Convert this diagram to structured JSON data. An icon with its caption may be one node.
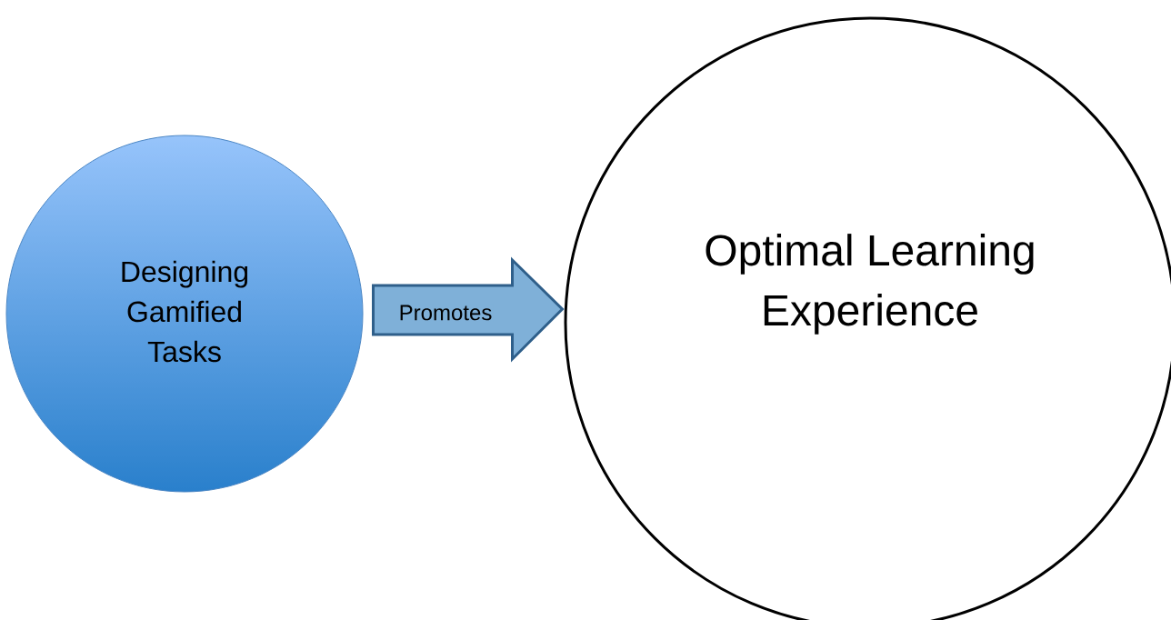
{
  "diagram": {
    "nodes": [
      {
        "text": [
          "Designing Gamified Tasks"
        ]
      },
      {
        "text": [
          "Optimal Learning Experience"
        ]
      }
    ],
    "edges": [
      {
        "from": 0,
        "to": 1,
        "arrow": "to",
        "label": "Promotes"
      }
    ]
  }
}
